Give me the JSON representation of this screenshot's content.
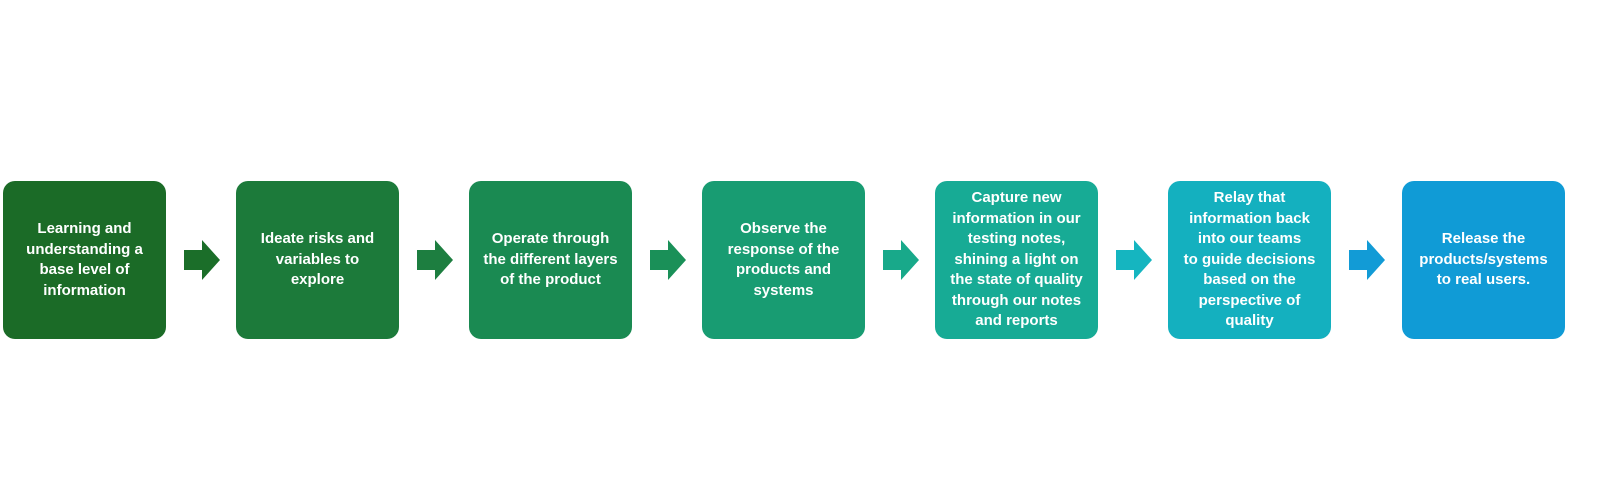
{
  "steps": [
    {
      "lines": [
        "Learning and",
        "understanding a",
        "base level of",
        "information"
      ],
      "color": "#1b6b27"
    },
    {
      "lines": [
        "Ideate risks and",
        "variables to",
        "explore"
      ],
      "color": "#1c7a3a"
    },
    {
      "lines": [
        "Operate through",
        "the different layers",
        "of the product"
      ],
      "color": "#1a8a52"
    },
    {
      "lines": [
        "Observe the",
        "response of the",
        "products and",
        "systems"
      ],
      "color": "#189c72"
    },
    {
      "lines": [
        "Capture new",
        "information in our",
        "testing notes,",
        "shining a light on",
        "the state of quality",
        "through our notes",
        "and reports"
      ],
      "color": "#17ab95"
    },
    {
      "lines": [
        "Relay that",
        "information back",
        "into our teams",
        "to guide decisions",
        "based on the",
        "perspective of",
        "quality"
      ],
      "color": "#14b0bf"
    },
    {
      "lines": [
        "Release the",
        "products/systems",
        "to real users."
      ],
      "color": "#109bd6"
    }
  ],
  "arrow_colors": [
    "#1b6e29",
    "#1d7e40",
    "#1a9058",
    "#18a98a",
    "#15b5c0",
    "#129bd6"
  ]
}
